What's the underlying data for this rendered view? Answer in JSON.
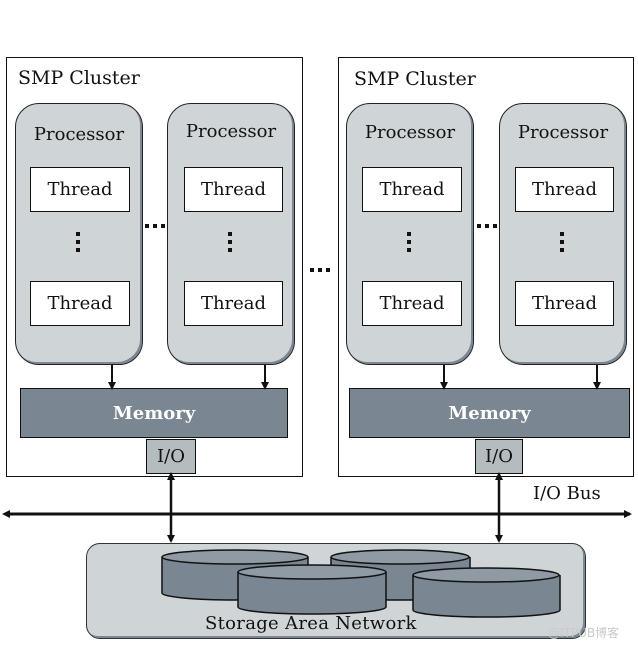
{
  "diagram": {
    "clusters": [
      {
        "title": "SMP Cluster",
        "processors": [
          {
            "title": "Processor",
            "threads": [
              "Thread",
              "Thread"
            ]
          },
          {
            "title": "Processor",
            "threads": [
              "Thread",
              "Thread"
            ]
          }
        ],
        "memory": "Memory",
        "io": "I/O"
      },
      {
        "title": "SMP Cluster",
        "processors": [
          {
            "title": "Processor",
            "threads": [
              "Thread",
              "Thread"
            ]
          },
          {
            "title": "Processor",
            "threads": [
              "Thread",
              "Thread"
            ]
          }
        ],
        "memory": "Memory",
        "io": "I/O"
      }
    ],
    "bus_label": "I/O Bus",
    "storage": {
      "label": "Storage Area Network",
      "disk_count": 4
    },
    "watermark": "@ITPUB博客",
    "colors": {
      "processor_fill": "#cfd4d6",
      "memory_fill": "#7a8692",
      "io_fill": "#b3bcbe",
      "disk_fill": "#7a8692",
      "storage_fill": "#cfd4d6"
    }
  }
}
